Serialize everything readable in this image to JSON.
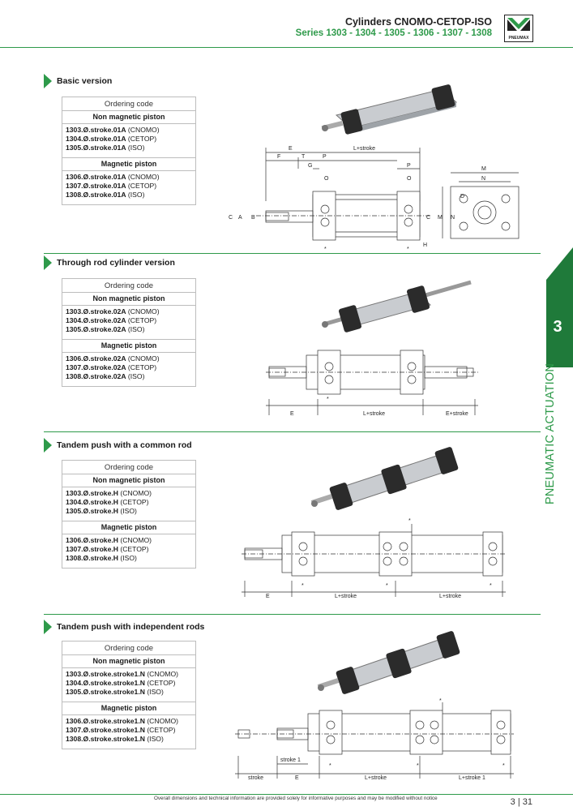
{
  "header": {
    "title": "Cylinders CNOMO-CETOP-ISO",
    "series": "Series 1303 - 1304 - 1305 - 1306 - 1307 - 1308",
    "logo_text": "PNEUMAX"
  },
  "side_tab": {
    "number": "3",
    "label": "PNEUMATIC ACTUATION"
  },
  "sections": [
    {
      "title": "Basic version",
      "box_header": "Ordering code",
      "non_magnetic_header": "Non magnetic piston",
      "non_magnetic": [
        {
          "code": "1303.Ø.stroke.01A",
          "std": " (CNOMO)"
        },
        {
          "code": "1304.Ø.stroke.01A",
          "std": " (CETOP)"
        },
        {
          "code": "1305.Ø.stroke.01A",
          "std": " (ISO)"
        }
      ],
      "magnetic_header": "Magnetic piston",
      "magnetic": [
        {
          "code": "1306.Ø.stroke.01A",
          "std": " (CNOMO)"
        },
        {
          "code": "1307.Ø.stroke.01A",
          "std": " (CETOP)"
        },
        {
          "code": "1308.Ø.stroke.01A",
          "std": " (ISO)"
        }
      ],
      "dims": {
        "E": "E",
        "F": "F",
        "T": "T",
        "P": "P",
        "L": "L+stroke",
        "G": "G",
        "O": "O",
        "M": "M",
        "N": "N",
        "C": "C",
        "A": "A",
        "B": "B",
        "D": "D",
        "H": "H",
        "star": "*"
      }
    },
    {
      "title": "Through rod cylinder version",
      "box_header": "Ordering code",
      "non_magnetic_header": "Non magnetic piston",
      "non_magnetic": [
        {
          "code": "1303.Ø.stroke.02A",
          "std": " (CNOMO)"
        },
        {
          "code": "1304.Ø.stroke.02A",
          "std": " (CETOP)"
        },
        {
          "code": "1305.Ø.stroke.02A",
          "std": " (ISO)"
        }
      ],
      "magnetic_header": "Magnetic piston",
      "magnetic": [
        {
          "code": "1306.Ø.stroke.02A",
          "std": " (CNOMO)"
        },
        {
          "code": "1307.Ø.stroke.02A",
          "std": " (CETOP)"
        },
        {
          "code": "1308.Ø.stroke.02A",
          "std": " (ISO)"
        }
      ],
      "dims": {
        "E": "E",
        "L": "L+stroke",
        "E2": "E+stroke",
        "star": "*"
      }
    },
    {
      "title": "Tandem push with a common rod",
      "box_header": "Ordering code",
      "non_magnetic_header": "Non magnetic piston",
      "non_magnetic": [
        {
          "code": "1303.Ø.stroke.H",
          "std": " (CNOMO)"
        },
        {
          "code": "1304.Ø.stroke.H",
          "std": " (CETOP)"
        },
        {
          "code": "1305.Ø.stroke.H",
          "std": " (ISO)"
        }
      ],
      "magnetic_header": "Magnetic piston",
      "magnetic": [
        {
          "code": "1306.Ø.stroke.H",
          "std": " (CNOMO)"
        },
        {
          "code": "1307.Ø.stroke.H",
          "std": " (CETOP)"
        },
        {
          "code": "1308.Ø.stroke.H",
          "std": " (ISO)"
        }
      ],
      "dims": {
        "E": "E",
        "L1": "L+stroke",
        "L2": "L+stroke",
        "star": "*"
      }
    },
    {
      "title": "Tandem push with independent rods",
      "box_header": "Ordering code",
      "non_magnetic_header": "Non magnetic piston",
      "non_magnetic": [
        {
          "code": "1303.Ø.stroke.stroke1.N",
          "std": " (CNOMO)"
        },
        {
          "code": "1304.Ø.stroke.stroke1.N",
          "std": " (CETOP)"
        },
        {
          "code": "1305.Ø.stroke.stroke1.N",
          "std": " (ISO)"
        }
      ],
      "magnetic_header": "Magnetic piston",
      "magnetic": [
        {
          "code": "1306.Ø.stroke.stroke1.N",
          "std": " (CNOMO)"
        },
        {
          "code": "1307.Ø.stroke.stroke1.N",
          "std": " (CETOP)"
        },
        {
          "code": "1308.Ø.stroke.stroke1.N",
          "std": " (ISO)"
        }
      ],
      "dims": {
        "stroke1": "stroke 1",
        "stroke": "stroke",
        "E": "E",
        "L1": "L+stroke",
        "L2": "L+stroke 1",
        "star": "*"
      }
    }
  ],
  "footer": {
    "note": "Overall dimensions and technical information are provided solely for informative purposes and may be modified without notice",
    "page": "3 | 31"
  },
  "colors": {
    "accent": "#2e9a4a",
    "tab": "#1f7a3a"
  }
}
